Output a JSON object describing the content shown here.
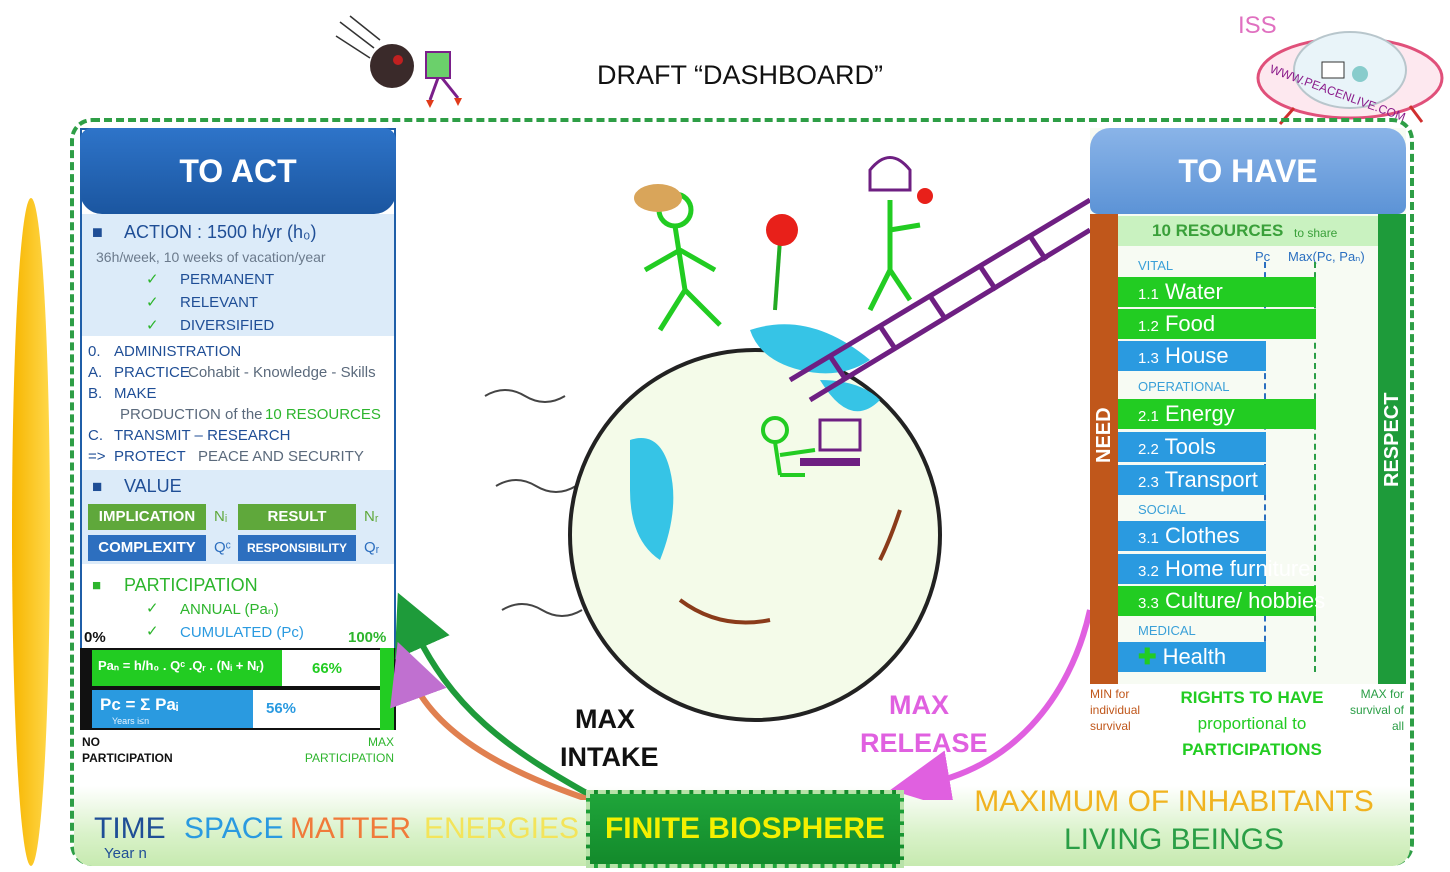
{
  "title": "DRAFT “DASHBOARD”",
  "iss_label": "ISS",
  "iss_url": "WWW.PEACENLIVE.COM",
  "to_act": {
    "header": "TO ACT",
    "action": "ACTION : 1500 h/yr (h₀)",
    "action_sub": "36h/week, 10 weeks of vacation/year",
    "qualities": [
      "PERMANENT",
      "RELEVANT",
      "DIVERSIFIED"
    ],
    "activities": [
      {
        "code": "0.",
        "label": "ADMINISTRATION",
        "extra": ""
      },
      {
        "code": "A.",
        "label": "PRACTICE",
        "extra": "Cohabit - Knowledge - Skills"
      },
      {
        "code": "B.",
        "label": "MAKE",
        "extra": ""
      },
      {
        "code": "",
        "label": "PRODUCTION of the",
        "extra": "10 RESOURCES"
      },
      {
        "code": "C.",
        "label": "TRANSMIT – RESEARCH",
        "extra": ""
      },
      {
        "code": "=>",
        "label": "PROTECT",
        "extra": "PEACE AND SECURITY"
      }
    ],
    "value_label": "VALUE",
    "implication": "IMPLICATION",
    "n_i": "Nᵢ",
    "result": "RESULT",
    "n_r": "Nᵣ",
    "complexity": "COMPLEXITY",
    "q_c": "Qᶜ",
    "responsibility": "RESPONSIBILITY",
    "q_r": "Qᵣ",
    "participation_label": "PARTICIPATION",
    "annual": "ANNUAL (Paₙ)",
    "cumulated": "CUMULATED (Pc)",
    "pct_zero": "0%",
    "pct_full": "100%",
    "pa_formula": "Paₙ = h/h₀ . Qᶜ .Qᵣ . (Nᵢ + Nᵣ)",
    "pa_value": "66%",
    "pa_fraction": 0.66,
    "pc_formula": "Pc = Σ Paᵢ",
    "pc_sub": "Years i≤n",
    "pc_value": "56%",
    "pc_fraction": 0.56,
    "no_participation": "NO PARTICIPATION",
    "max_participation": "MAX PARTICIPATION"
  },
  "to_have": {
    "header": "TO HAVE",
    "resources_title": "10 RESOURCES",
    "resources_suffix": "to share",
    "col_pc": "Pc",
    "col_max": "Max(Pc, Paₙ)",
    "need": "NEED",
    "respect": "RESPECT",
    "categories": {
      "vital": "VITAL",
      "operational": "OPERATIONAL",
      "social": "SOCIAL",
      "medical": "MEDICAL"
    },
    "resources": [
      {
        "code": "1.1",
        "name": "Water",
        "color": "green"
      },
      {
        "code": "1.2",
        "name": "Food",
        "color": "green"
      },
      {
        "code": "1.3",
        "name": "House",
        "color": "blue"
      },
      {
        "code": "2.1",
        "name": "Energy",
        "color": "green"
      },
      {
        "code": "2.2",
        "name": "Tools",
        "color": "blue"
      },
      {
        "code": "2.3",
        "name": "Transport",
        "color": "blue"
      },
      {
        "code": "3.1",
        "name": "Clothes",
        "color": "blue"
      },
      {
        "code": "3.2",
        "name": "Home furniture",
        "color": "blue"
      },
      {
        "code": "3.3",
        "name": "Culture/ hobbies",
        "color": "green"
      },
      {
        "code": "",
        "name": "Health",
        "color": "blue"
      }
    ],
    "min_label": "MIN for individual survival",
    "rights_line1": "RIGHTS TO HAVE",
    "rights_line2": "proportional to",
    "rights_line3": "PARTICIPATIONS",
    "max_label": "MAX for survival of all"
  },
  "center": {
    "max_intake": "MAX INTAKE",
    "max_release": "MAX RELEASE",
    "biosphere": "FINITE BIOSPHERE"
  },
  "footer": {
    "time": "TIME",
    "year": "Year n",
    "space": "SPACE",
    "matter": "MATTER",
    "energies": "ENERGIES",
    "max_inhabitants": "MAXIMUM OF INHABITANTS",
    "living_beings": "LIVING BEINGS"
  },
  "colors": {
    "act_blue": "#1f5ea8",
    "green": "#22cc22",
    "resource_blue": "#2a9ae0",
    "need_brown": "#c0571b",
    "respect_green": "#1e9b3a",
    "release_pink": "#e060e0",
    "yellow": "#f4f000"
  }
}
